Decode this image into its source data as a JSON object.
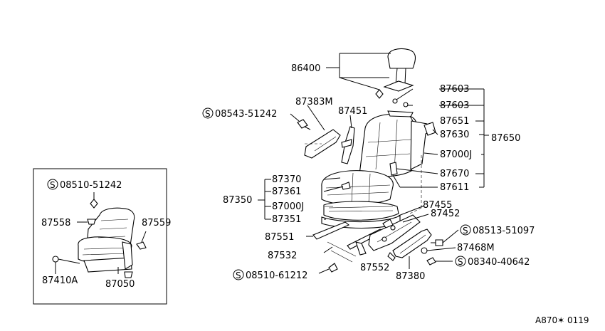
{
  "parts": {
    "p86400": "86400",
    "p87603a": "87603",
    "p87603b": "87603",
    "p87651": "87651",
    "p87630": "87630",
    "p87650": "87650",
    "p87000J_r": "87000J",
    "p87670": "87670",
    "p87611": "87611",
    "p87383M": "87383M",
    "p87451": "87451",
    "p08543": "08543-51242",
    "p87370": "87370",
    "p87361": "87361",
    "p87350": "87350",
    "p87000J_l": "87000J",
    "p87351": "87351",
    "p87455": "87455",
    "p87452": "87452",
    "p08513": "08513-51097",
    "p87551": "87551",
    "p87468M": "87468M",
    "p87532": "87532",
    "p87552": "87552",
    "p08340": "08340-40642",
    "p08510b": "08510-61212",
    "p87380": "87380",
    "inset_08510": "08510-51242",
    "inset_87558": "87558",
    "inset_87559": "87559",
    "inset_87410A": "87410A",
    "inset_87050": "87050"
  },
  "screw_symbol": "S",
  "drawing_code": "A870✶ 0119"
}
